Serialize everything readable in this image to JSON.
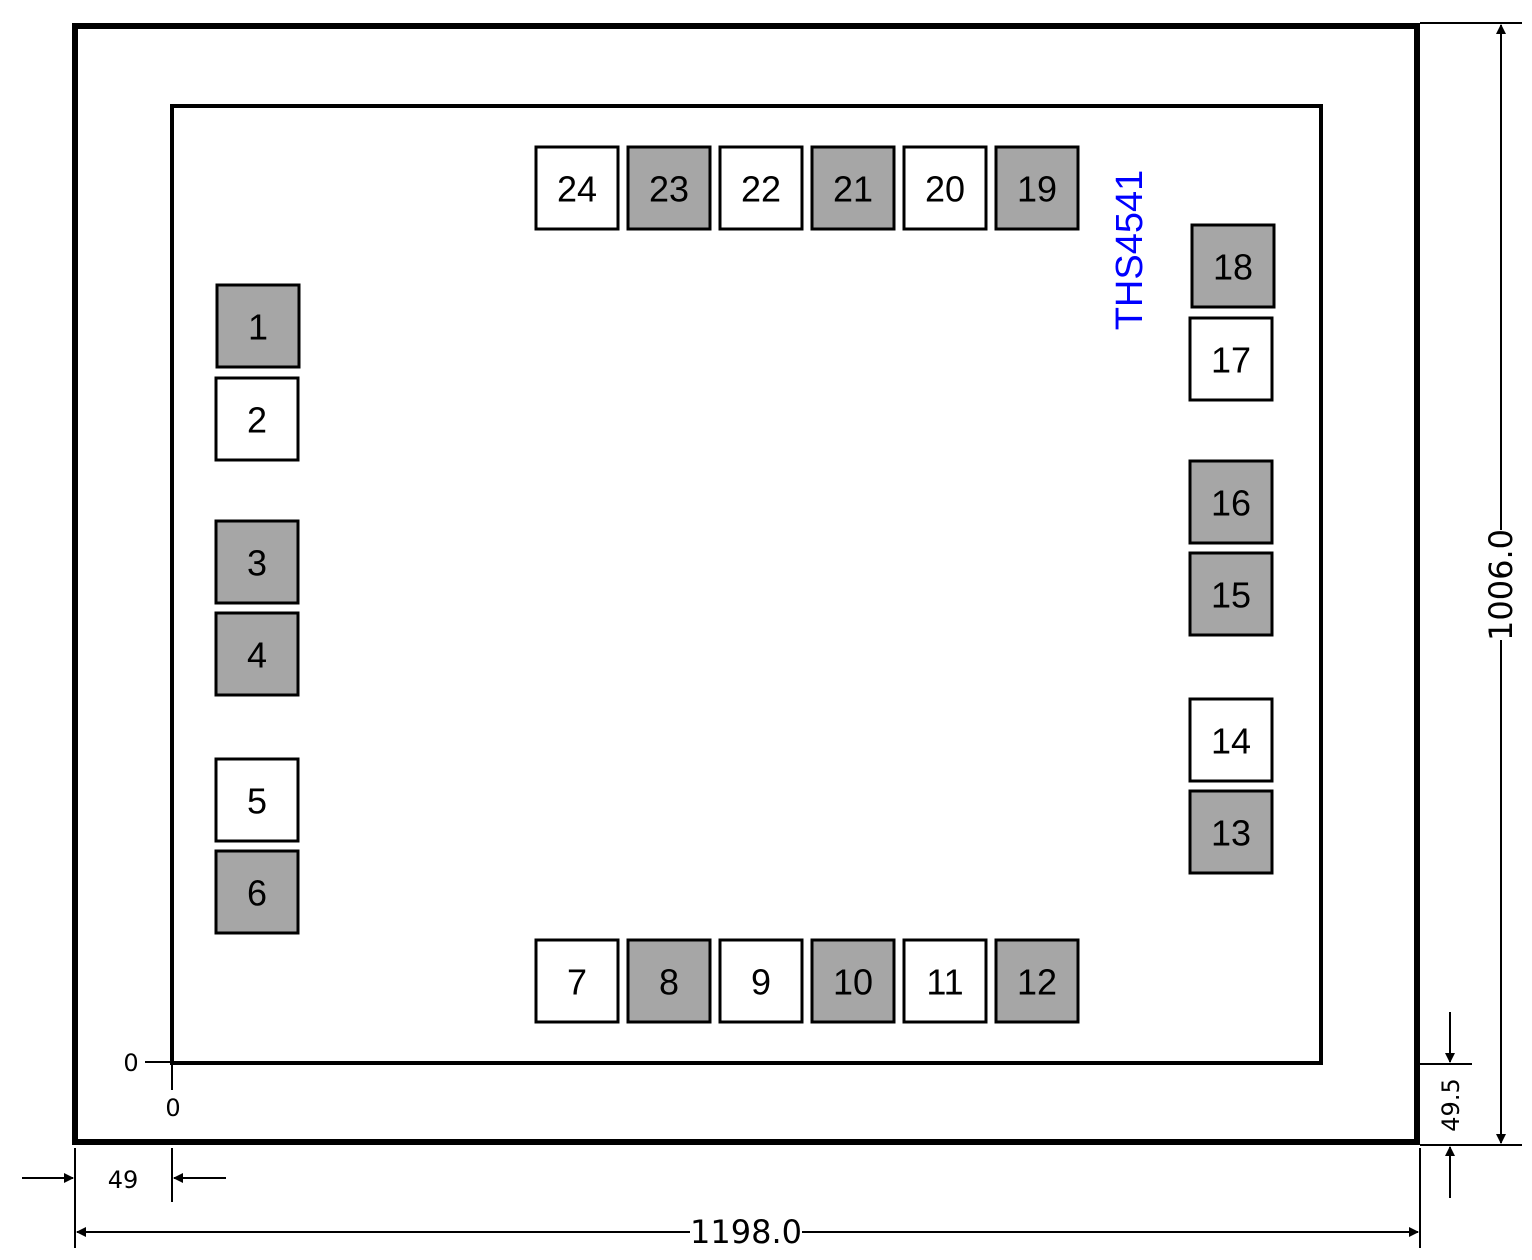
{
  "part_label": "THS4541",
  "dimensions": {
    "width": "1198.0",
    "height": "1006.0",
    "margin_x": "49",
    "margin_y": "49.5",
    "origin_x": "0",
    "origin_y": "0"
  },
  "colors": {
    "pad_dark": "#a6a6a6",
    "pad_light": "#ffffff",
    "label_blue": "#0000ff",
    "outline": "#000000"
  },
  "pads": [
    {
      "id": "1",
      "shaded": true
    },
    {
      "id": "2",
      "shaded": false
    },
    {
      "id": "3",
      "shaded": true
    },
    {
      "id": "4",
      "shaded": true
    },
    {
      "id": "5",
      "shaded": false
    },
    {
      "id": "6",
      "shaded": true
    },
    {
      "id": "7",
      "shaded": false
    },
    {
      "id": "8",
      "shaded": true
    },
    {
      "id": "9",
      "shaded": false
    },
    {
      "id": "10",
      "shaded": true
    },
    {
      "id": "11",
      "shaded": false
    },
    {
      "id": "12",
      "shaded": true
    },
    {
      "id": "13",
      "shaded": true
    },
    {
      "id": "14",
      "shaded": false
    },
    {
      "id": "15",
      "shaded": true
    },
    {
      "id": "16",
      "shaded": true
    },
    {
      "id": "17",
      "shaded": false
    },
    {
      "id": "18",
      "shaded": true
    },
    {
      "id": "19",
      "shaded": true
    },
    {
      "id": "20",
      "shaded": false
    },
    {
      "id": "21",
      "shaded": true
    },
    {
      "id": "22",
      "shaded": false
    },
    {
      "id": "23",
      "shaded": true
    },
    {
      "id": "24",
      "shaded": false
    }
  ]
}
